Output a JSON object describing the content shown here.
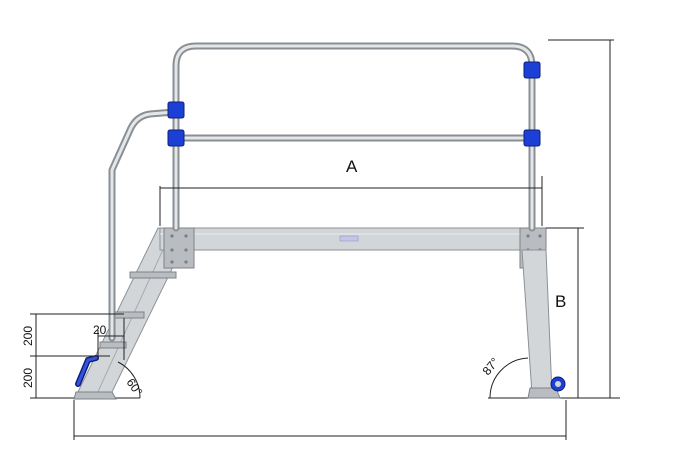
{
  "labels": {
    "span": "A",
    "height": "B",
    "step_rise_top": "200",
    "step_rise_bottom": "200",
    "step_gap": "20",
    "angle_stair": "60°",
    "angle_leg": "87°"
  },
  "colors": {
    "clamp": "#1c3fd6",
    "metal": "#d3d6d9",
    "rail": "#8a8f94",
    "dimension_line": "#222222"
  },
  "icons": {
    "clamp": "blue-rail-clamp-icon",
    "foot": "foot-pad-icon",
    "handle": "grab-handle-icon"
  }
}
